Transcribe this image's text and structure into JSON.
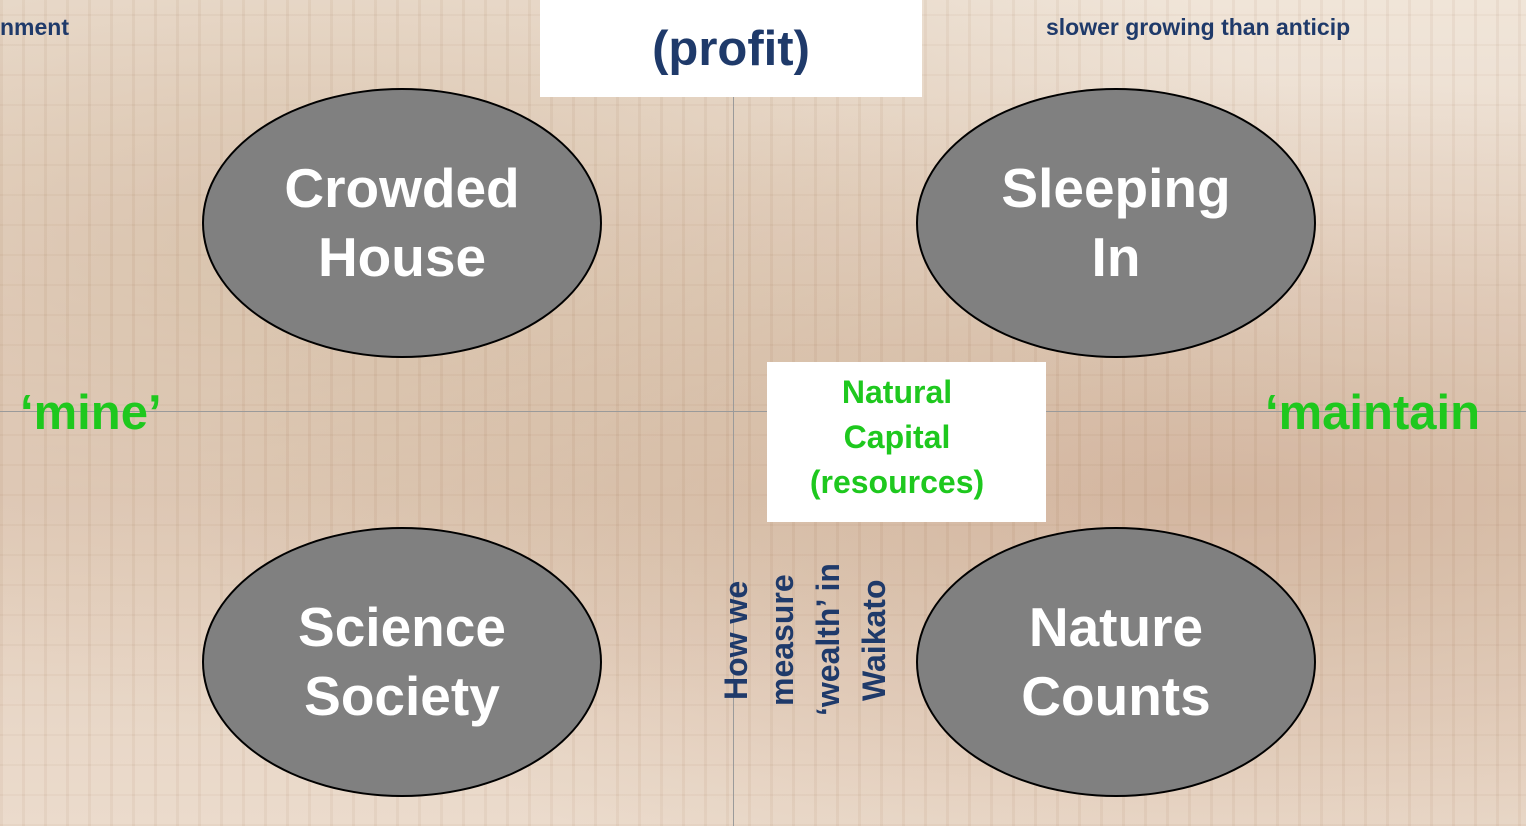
{
  "top_label": "(profit)",
  "corner_left": "nment",
  "corner_right": "slower growing than anticip",
  "side_left": "‘mine’",
  "side_right": "‘maintain",
  "center_label": "Natural\nCapital\n(resources)",
  "vertical_label": "How we\nmeasure\n‘wealth’ in\nWaikato",
  "quadrants": [
    {
      "label": "Crowded\nHouse"
    },
    {
      "label": "Sleeping\nIn"
    },
    {
      "label": "Science\nSociety"
    },
    {
      "label": "Nature\nCounts"
    }
  ],
  "colors": {
    "bubble_fill": "#808080",
    "green_text": "#1ec81e",
    "navy_text": "#1f3a6a"
  }
}
